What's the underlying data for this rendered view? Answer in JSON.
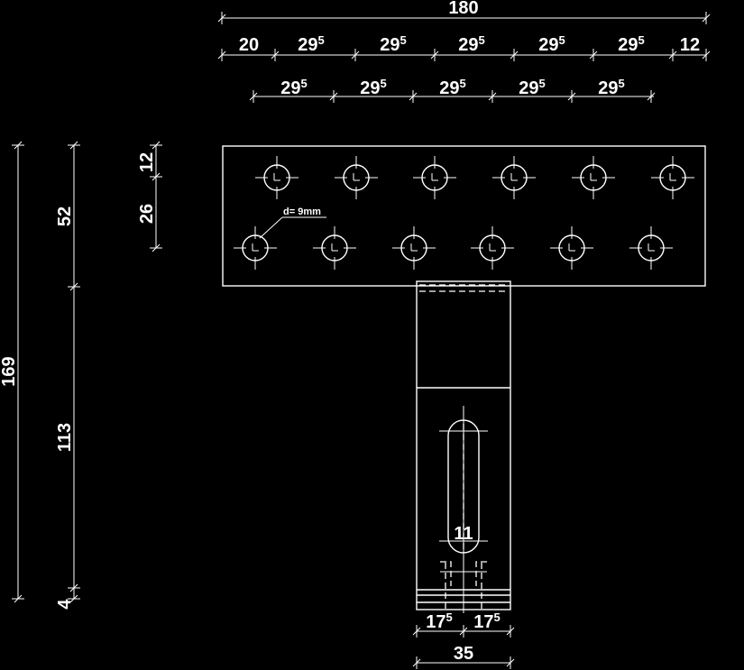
{
  "diagram": {
    "top_dims": {
      "overall": "180",
      "row1": [
        {
          "main": "20",
          "sup": ""
        },
        {
          "main": "29",
          "sup": "5"
        },
        {
          "main": "29",
          "sup": "5"
        },
        {
          "main": "29",
          "sup": "5"
        },
        {
          "main": "29",
          "sup": "5"
        },
        {
          "main": "29",
          "sup": "5"
        },
        {
          "main": "12",
          "sup": ""
        }
      ],
      "row2": [
        {
          "main": "29",
          "sup": "5"
        },
        {
          "main": "29",
          "sup": "5"
        },
        {
          "main": "29",
          "sup": "5"
        },
        {
          "main": "29",
          "sup": "5"
        },
        {
          "main": "29",
          "sup": "5"
        }
      ]
    },
    "left_dims": {
      "overall": "169",
      "upper": "52",
      "lower": "113",
      "bottom": "4",
      "hole_row1_offset": "12",
      "hole_row_spacing": "26"
    },
    "hole_label": "d= 9mm",
    "slot_label": "11",
    "bottom_dims": {
      "half_left": {
        "main": "17",
        "sup": "5"
      },
      "half_right": {
        "main": "17",
        "sup": "5"
      },
      "width": "35"
    }
  }
}
